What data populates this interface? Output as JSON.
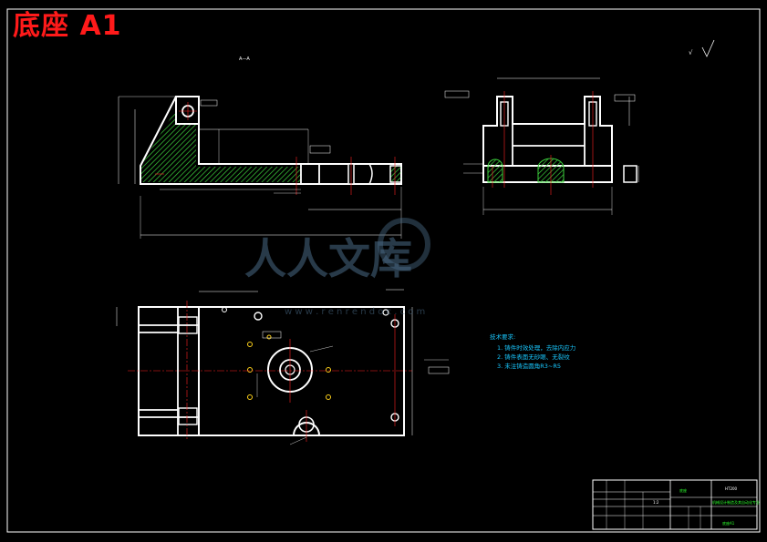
{
  "title": "底座 A1",
  "view_label_section": "A—A",
  "roughness_mark": "√",
  "tech_requirements": {
    "heading": "技术要求:",
    "items": [
      "1. 铸件时效处理，去除内应力",
      "2. 铸件表面无砂眼、无裂纹",
      "3. 未注铸造圆角R3~R5"
    ]
  },
  "watermark": {
    "text": "人人文库",
    "url": "w w w . r e n r e n d o c . c o m"
  },
  "title_block": {
    "part_name": "底座",
    "material": "HT200",
    "company": "机械设计制造及其自动化专业",
    "drawing_no": "底座A1",
    "scale": "1:2"
  },
  "colors": {
    "outline": "#ffffff",
    "centerline": "#ff2020",
    "hatch": "#3dd13d",
    "dim": "#ffffff",
    "tech": "#19c8ff",
    "title": "#ff1a1a"
  }
}
